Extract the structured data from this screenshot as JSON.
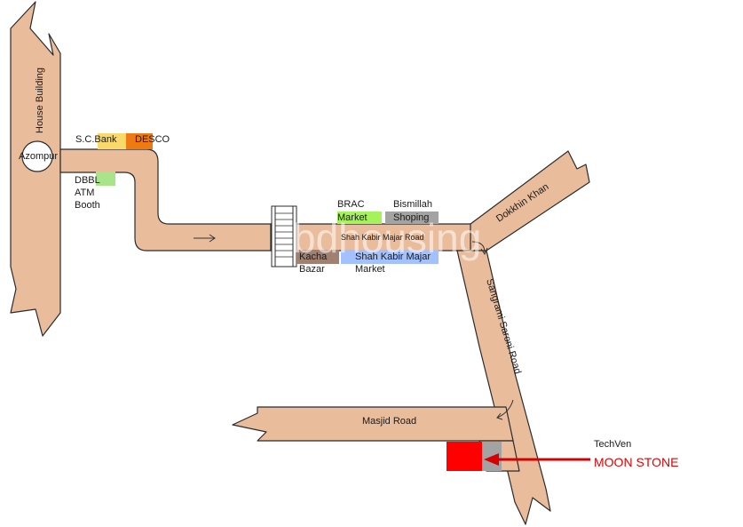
{
  "map": {
    "roads": {
      "house_building": "House Building",
      "shah_kabir_majar_road": "Shah Kabir Majar Road",
      "dokkhin_khan": "Dokkhin Khan",
      "sangrami_saroni_road": "Sangrami Saroni Road",
      "masjid_road": "Masjid Road"
    },
    "junction": "Azompur",
    "landmarks": {
      "sc_bank": "S.C.Bank",
      "desco": "DESCO",
      "dbbl_atm_line1": "DBBL",
      "dbbl_atm_line2": "ATM",
      "dbbl_atm_line3": "Booth",
      "brac_line1": "BRAC",
      "brac_line2": "Market",
      "bismillah_line1": "Bismillah",
      "bismillah_line2": "Shoping",
      "kacha_line1": "Kacha",
      "kacha_line2": "Bazar",
      "shah_kabir_market_line1": "Shah Kabir Majar",
      "shah_kabir_market_line2": "Market"
    },
    "target": {
      "developer": "TechVen",
      "project": "MOON STONE"
    },
    "watermark": "bdhousing",
    "colors": {
      "road": "#e9bc9b",
      "sc_bank": "#f9d96a",
      "desco": "#f07a12",
      "dbbl": "#a9e38a",
      "brac": "#a6f25a",
      "bismillah": "#a3a3a3",
      "kacha": "#a08070",
      "shah_kabir_market": "#a3c0ff",
      "moon_stone": "#ff0000",
      "moon_stone_grey": "#a3a3a3",
      "arrow": "#d60000"
    }
  }
}
